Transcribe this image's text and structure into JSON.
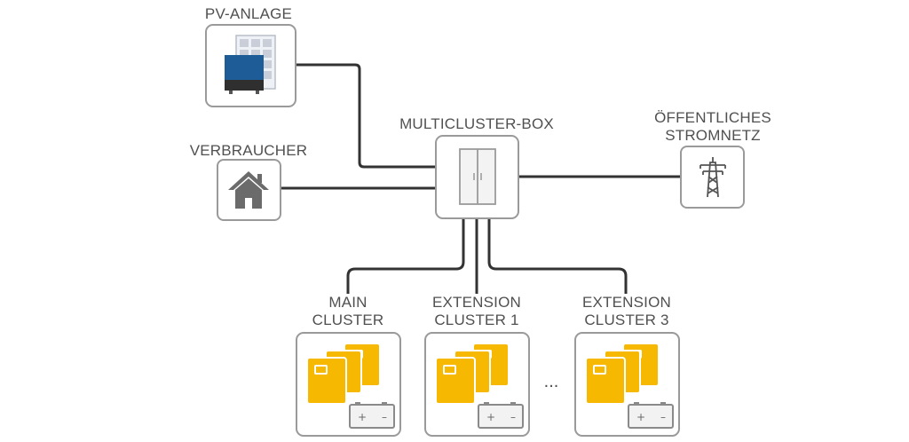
{
  "labels": {
    "pv": "PV-ANLAGE",
    "consumer": "VERBRAUCHER",
    "box": "MULTICLUSTER-BOX",
    "grid_line1": "ÖFFENTLICHES",
    "grid_line2": "STROMNETZ",
    "main_line1": "MAIN",
    "main_line2": "CLUSTER",
    "ext1_line1": "EXTENSION",
    "ext1_line2": "CLUSTER 1",
    "ext3_line1": "EXTENSION",
    "ext3_line2": "CLUSTER 3",
    "ellipsis": "...",
    "battery_plus": "+",
    "battery_minus": "–"
  },
  "icons": {
    "pv": "solar-inverter-icon",
    "consumer": "house-icon",
    "box": "switch-cabinet-icon",
    "grid": "transmission-tower-icon",
    "cluster": "inverter-stack-with-battery-icon"
  },
  "colors": {
    "inverter": "#f6b800",
    "pv_panel": "#1d5c96",
    "wire": "#333333",
    "frame": "#9a9a9a",
    "house": "#6b6b6b"
  }
}
